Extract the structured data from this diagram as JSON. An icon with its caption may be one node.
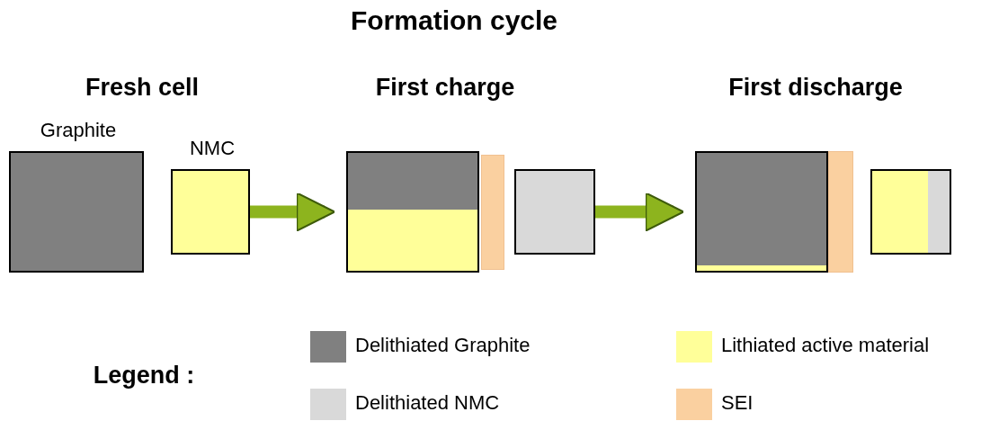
{
  "diagram": {
    "title": "Formation cycle",
    "nodes": [
      {
        "text": [
          "Graphite"
        ]
      },
      {
        "text": [
          "NMC"
        ]
      },
      {
        "text": [],
        "shape": "box"
      },
      {
        "text": [],
        "shape": "bar"
      },
      {
        "text": [],
        "shape": "box"
      },
      {
        "text": [],
        "shape": "box"
      },
      {
        "text": [],
        "shape": "bar"
      },
      {
        "text": [],
        "shape": "box"
      }
    ],
    "edges": [
      {
        "from": 1,
        "to": 2,
        "arrow": "to"
      },
      {
        "from": 4,
        "to": 5,
        "arrow": "to"
      }
    ],
    "labels": [
      "Fresh cell",
      "First charge",
      "First discharge",
      "Legend :"
    ],
    "legend": [
      {
        "text": "Delithiated Graphite",
        "color": "#808080"
      },
      {
        "text": "Delithiated NMC",
        "color": "#d9d9d9"
      },
      {
        "text": "Lithiated active material",
        "color": "#ffff99"
      },
      {
        "text": "SEI",
        "color": "#fad0a0"
      }
    ]
  }
}
